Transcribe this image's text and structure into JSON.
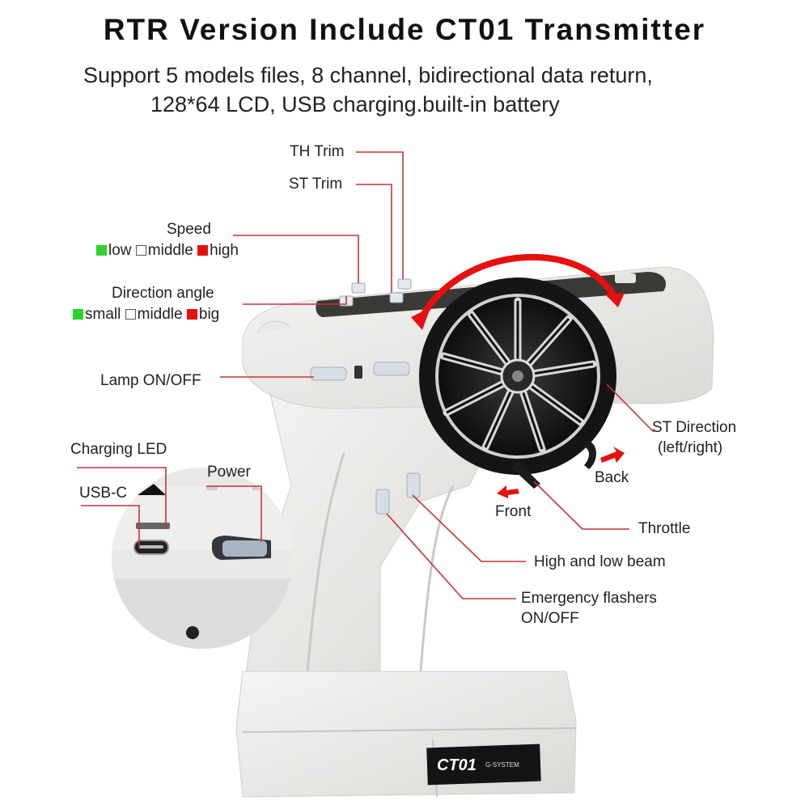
{
  "header": {
    "title": "RTR Version Include CT01 Transmitter",
    "subtitle_line1": "Support 5 models files,  8 channel,  bidirectional data return,",
    "subtitle_line2": "128*64 LCD,  USB charging.built-in battery"
  },
  "callouts": {
    "th_trim": "TH Trim",
    "st_trim": "ST Trim",
    "speed": {
      "title": "Speed",
      "options": [
        {
          "color": "#2bd42b",
          "label": "low"
        },
        {
          "color": "#ffffff",
          "label": "middle"
        },
        {
          "color": "#e61010",
          "label": "high"
        }
      ]
    },
    "direction_angle": {
      "title": "Direction angle",
      "options": [
        {
          "color": "#2bd42b",
          "label": "small"
        },
        {
          "color": "#ffffff",
          "label": "middle"
        },
        {
          "color": "#e61010",
          "label": "big"
        }
      ]
    },
    "lamp": "Lamp ON/OFF",
    "charging_led": "Charging LED",
    "usb_c": "USB-C",
    "power": "Power",
    "st_direction_line1": "ST Direction",
    "st_direction_line2": "(left/right)",
    "back": "Back",
    "front": "Front",
    "throttle": "Throttle",
    "high_low_beam": "High and low beam",
    "emergency_line1": "Emergency flashers",
    "emergency_line2": "ON/OFF"
  },
  "product": {
    "badge_logo": "CT01",
    "badge_system": "G-SYSTEM"
  },
  "colors": {
    "leader_line": "#c8323a",
    "accent_red": "#e61010",
    "body_white": "#ececea"
  }
}
